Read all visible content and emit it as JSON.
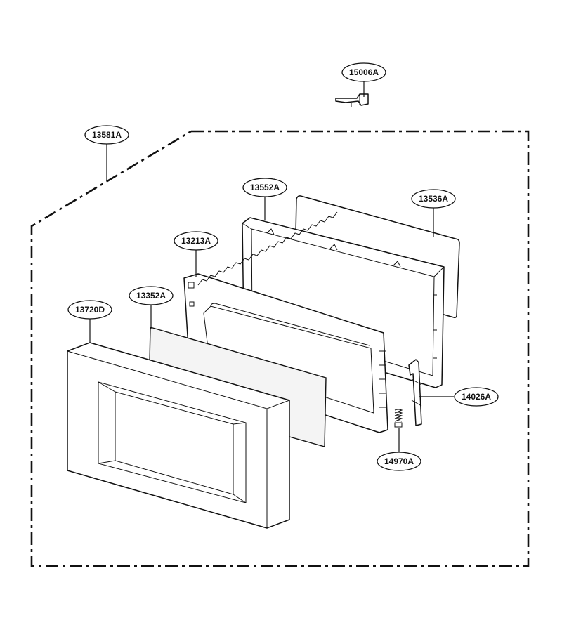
{
  "callouts": [
    {
      "id": "c15006A",
      "label": "15006A"
    },
    {
      "id": "c13581A",
      "label": "13581A"
    },
    {
      "id": "c13552A",
      "label": "13552A"
    },
    {
      "id": "c13536A",
      "label": "13536A"
    },
    {
      "id": "c13213A",
      "label": "13213A"
    },
    {
      "id": "c13352A",
      "label": "13352A"
    },
    {
      "id": "c13720D",
      "label": "13720D"
    },
    {
      "id": "c14026A",
      "label": "14026A"
    },
    {
      "id": "c14970A",
      "label": "14970A"
    }
  ]
}
